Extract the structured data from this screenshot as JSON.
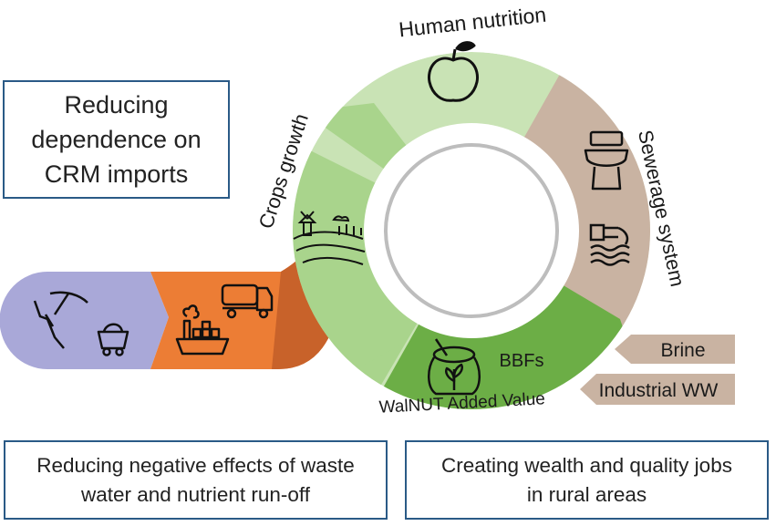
{
  "cycle": {
    "top_label": "Human nutrition",
    "left_label": "Crops growth",
    "right_label": "Sewerage system",
    "bottom_label": "WalNUT Added Value",
    "bbf_label": "BBFs"
  },
  "inputs": {
    "brine": "Brine",
    "industrial_ww": "Industrial WW"
  },
  "boxes": {
    "crm": "Reducing dependence on CRM imports",
    "waste": [
      "Reducing negative effects of waste",
      "water and nutrient run-off"
    ],
    "wealth": [
      "Creating wealth and quality jobs",
      "in rural areas"
    ]
  },
  "colors": {
    "light_green": "#c9e3b5",
    "mid_green": "#a9d48c",
    "dark_green": "#6cae46",
    "taupe": "#c9b3a2",
    "orange": "#ec7d35",
    "dark_orange": "#c8622a",
    "lavender": "#a9a8d8",
    "box_border": "#2a5a86"
  },
  "icons": [
    "apple-icon",
    "toilet-icon",
    "outfall-pipe-icon",
    "fertilizer-bag-icon",
    "farm-field-icon",
    "pickaxe-icon",
    "mine-cart-icon",
    "truck-icon",
    "ship-icon"
  ]
}
